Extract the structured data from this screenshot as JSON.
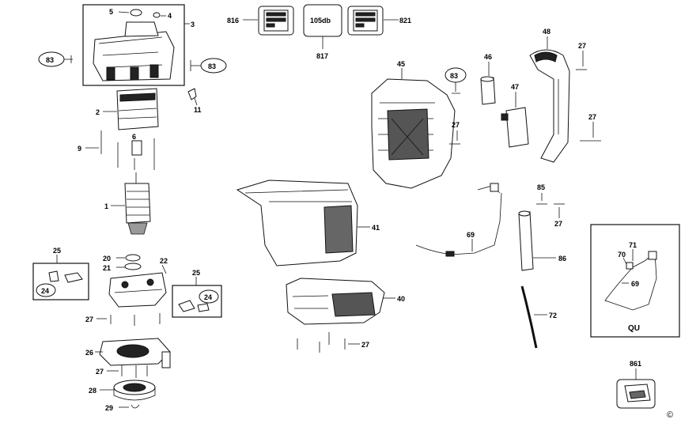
{
  "diagram": {
    "labels": {
      "p1": "1",
      "p2": "2",
      "p3": "3",
      "p4": "4",
      "p5": "5",
      "p6": "6",
      "p9": "9",
      "p11": "11",
      "p20": "20",
      "p21": "21",
      "p22": "22",
      "p25a": "25",
      "p24a": "24",
      "p25b": "25",
      "p24b": "24",
      "p26": "26",
      "p27a": "27",
      "p27b": "27",
      "p28": "28",
      "p29": "29",
      "p83a": "83",
      "p83b": "83",
      "p83c": "83",
      "p816": "816",
      "p817": "817",
      "p821": "821",
      "p45": "45",
      "p46": "46",
      "p47": "47",
      "p48": "48",
      "p27c": "27",
      "p27d": "27",
      "p27e": "27",
      "p27f": "27",
      "p27g": "27",
      "p41": "41",
      "p40": "40",
      "p69a": "69",
      "p85": "85",
      "p86": "86",
      "p72": "72",
      "p70": "70",
      "p71": "71",
      "p69b": "69",
      "pQU": "QU",
      "p861": "861"
    },
    "sound_badge": "105db",
    "copyright_symbol": "©"
  }
}
